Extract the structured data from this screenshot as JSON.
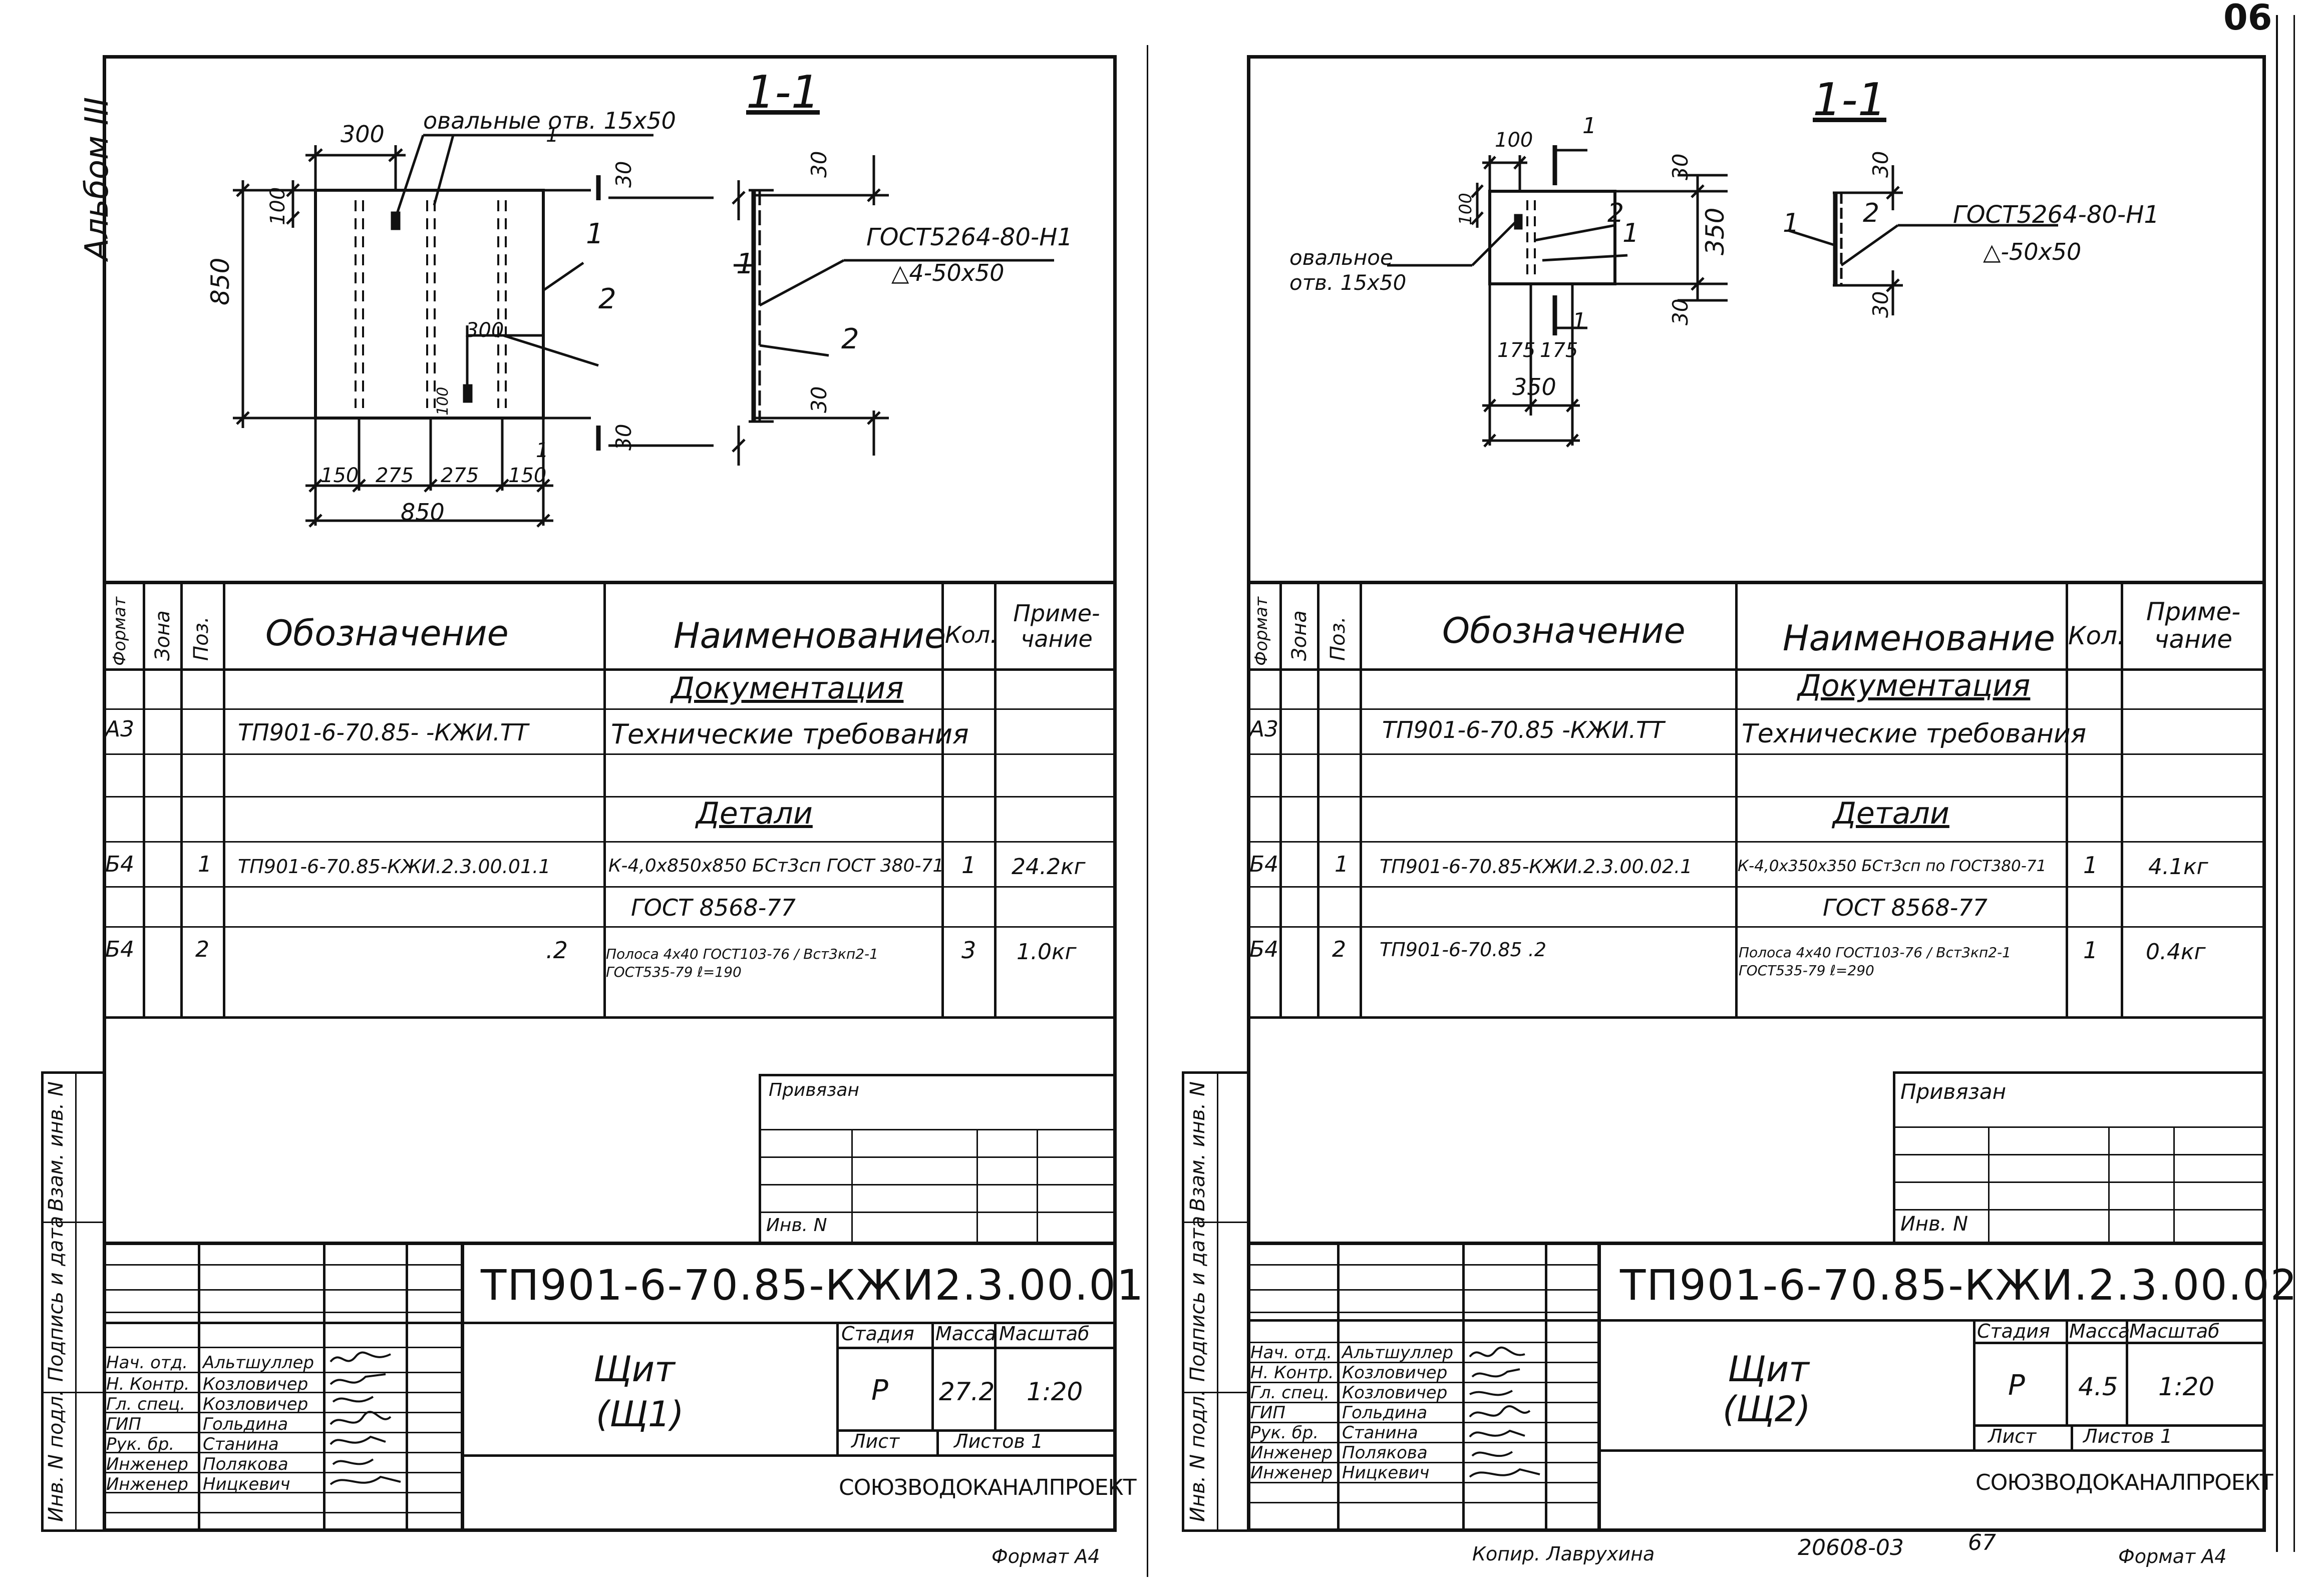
{
  "album_label": "Альбом III",
  "page_number_fragment": "06",
  "side_stamp": [
    "Инв. N подл.",
    "Подпись и дата",
    "Взам. инв. N"
  ],
  "sheets": [
    {
      "section_title": "1-1",
      "drawing": {
        "callout_holes": "овальные отв. 15x50",
        "gost_weld": "ГОСТ5264-80-Н1",
        "weld_symbol": "△4-50x50",
        "part_1": "1",
        "part_2": "2",
        "dims": {
          "top_300": "300",
          "left_100": "100",
          "height_850": "850",
          "mid_300": "300",
          "small_100": "100",
          "right_30a": "30",
          "right_30b": "30",
          "side_30a": "30",
          "side_30b": "30",
          "b150a": "150",
          "b275a": "275",
          "b275b": "275",
          "b150b": "150",
          "total_850": "850"
        },
        "section_marks": {
          "top": "1",
          "bottom": "1"
        }
      },
      "spec": {
        "headers": {
          "format": "Формат",
          "zone": "Зона",
          "pos": "Поз.",
          "designation": "Обозначение",
          "name": "Наименование",
          "qty": "Кол.",
          "note": "Приме-чание"
        },
        "section_docs": "Документация",
        "section_parts": "Детали",
        "rows": [
          {
            "format": "А3",
            "pos": "",
            "designation": "ТП901-6-70.85-   -КЖИ.ТТ",
            "name": "Технические требования",
            "qty": "",
            "note": ""
          },
          {
            "format": "Б4",
            "pos": "1",
            "designation": "ТП901-6-70.85-КЖИ.2.3.00.01.1",
            "name": "К-4,0x850x850 БСт3сп  ГОСТ 380-71",
            "qty": "1",
            "note": "24.2кг"
          },
          {
            "format": "",
            "pos": "",
            "designation": "",
            "name": "ГОСТ 8568-77",
            "qty": "",
            "note": ""
          },
          {
            "format": "Б4",
            "pos": "2",
            "designation": ".2",
            "name": "Полоса  4x40 ГОСТ103-76 / Вст3кп2-1 ГОСТ535-79  ℓ=190",
            "qty": "3",
            "note": "1.0кг"
          }
        ]
      },
      "title_block": {
        "linked": "Привязан",
        "inv": "Инв. N",
        "code": "ТП901-6-70.85-КЖИ2.3.00.01",
        "name_line1": "Щит",
        "name_line2": "(Щ1)",
        "stage_label": "Стадия",
        "mass_label": "Масса",
        "scale_label": "Масштаб",
        "stage": "Р",
        "mass": "27.2",
        "scale": "1:20",
        "sheet_label": "Лист",
        "sheets_label": "Листов 1",
        "org": "СОЮЗВОДОКАНАЛПРОЕКТ",
        "people": [
          {
            "role": "Нач. отд.",
            "name": "Альтшуллер"
          },
          {
            "role": "Н. Контр.",
            "name": "Козловичер"
          },
          {
            "role": "Гл. спец.",
            "name": "Козловичер"
          },
          {
            "role": "ГИП",
            "name": "Гольдина"
          },
          {
            "role": "Рук. бр.",
            "name": "Станина"
          },
          {
            "role": "Инженер",
            "name": "Полякова"
          },
          {
            "role": "Инженер",
            "name": "Ницкевич"
          }
        ]
      },
      "format_note": "Формат А4"
    },
    {
      "section_title": "1-1",
      "drawing": {
        "callout_holes": "овальное отв. 15x50",
        "gost_weld": "ГОСТ5264-80-Н1",
        "weld_symbol": "△-50x50",
        "part_1": "1",
        "part_2": "2",
        "dims": {
          "top_100": "100",
          "left_100": "100",
          "top_30": "30",
          "height_350": "350",
          "bot_30": "30",
          "r30a": "30",
          "r30b": "30",
          "b175a": "175",
          "b175b": "175",
          "total_350": "350"
        },
        "section_marks": {
          "top": "1",
          "bottom": "1"
        }
      },
      "spec": {
        "headers": {
          "format": "Формат",
          "zone": "Зона",
          "pos": "Поз.",
          "designation": "Обозначение",
          "name": "Наименование",
          "qty": "Кол.",
          "note": "Приме-чание"
        },
        "section_docs": "Документация",
        "section_parts": "Детали",
        "rows": [
          {
            "format": "А3",
            "pos": "",
            "designation": "ТП901-6-70.85   -КЖИ.ТТ",
            "name": "Технические требования",
            "qty": "",
            "note": ""
          },
          {
            "format": "Б4",
            "pos": "1",
            "designation": "ТП901-6-70.85-КЖИ.2.3.00.02.1",
            "name": "К-4,0x350x350 БСт3сп по ГОСТ380-71",
            "qty": "1",
            "note": "4.1кг"
          },
          {
            "format": "",
            "pos": "",
            "designation": "",
            "name": "ГОСТ 8568-77",
            "qty": "",
            "note": ""
          },
          {
            "format": "Б4",
            "pos": "2",
            "designation": "ТП901-6-70.85   .2",
            "name": "Полоса 4x40 ГОСТ103-76 / Вст3кп2-1 ГОСТ535-79  ℓ=290",
            "qty": "1",
            "note": "0.4кг"
          }
        ]
      },
      "title_block": {
        "linked": "Привязан",
        "inv": "Инв. N",
        "code": "ТП901-6-70.85-КЖИ.2.3.00.02",
        "name_line1": "Щит",
        "name_line2": "(Щ2)",
        "stage_label": "Стадия",
        "mass_label": "Масса",
        "scale_label": "Масштаб",
        "stage": "Р",
        "mass": "4.5",
        "scale": "1:20",
        "sheet_label": "Лист",
        "sheets_label": "Листов 1",
        "org": "СОЮЗВОДОКАНАЛПРОЕКТ",
        "people": [
          {
            "role": "Нач. отд.",
            "name": "Альтшуллер"
          },
          {
            "role": "Н. Контр.",
            "name": "Козловичер"
          },
          {
            "role": "Гл. спец.",
            "name": "Козловичер"
          },
          {
            "role": "ГИП",
            "name": "Гольдина"
          },
          {
            "role": "Рук. бр.",
            "name": "Станина"
          },
          {
            "role": "Инженер",
            "name": "Полякова"
          },
          {
            "role": "Инженер",
            "name": "Ницкевич"
          }
        ]
      },
      "footer": {
        "copy": "Копир. Лаврухина",
        "order": "20608-03",
        "page": "67"
      },
      "format_note": "Формат А4"
    }
  ]
}
